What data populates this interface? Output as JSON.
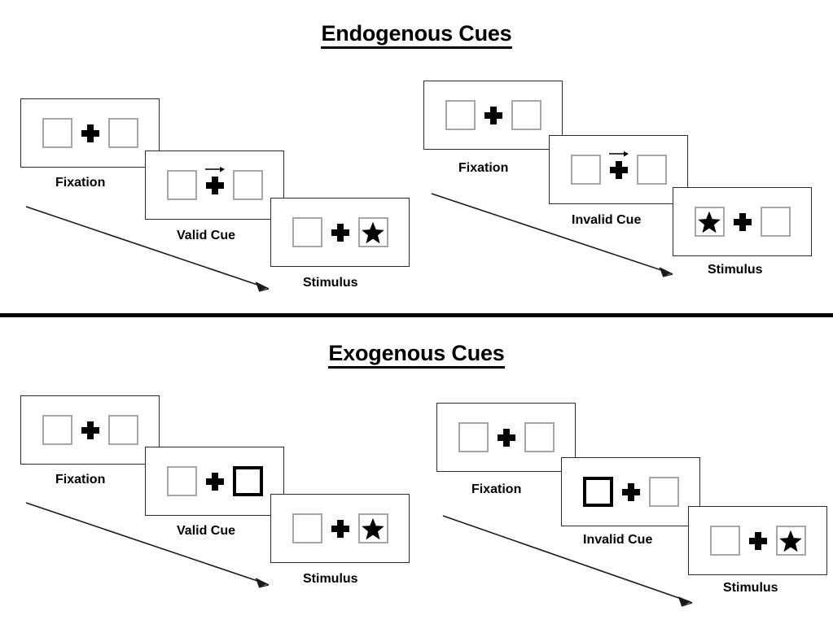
{
  "figure": {
    "title_top": "Endogenous Cues",
    "title_bottom": "Exogenous Cues"
  },
  "sections": [
    {
      "name": "endogenous",
      "title": "Endogenous Cues",
      "sequences": [
        {
          "name": "valid-trial",
          "panels": [
            {
              "label": "Fixation",
              "cue": "none",
              "star": "none"
            },
            {
              "label": "Valid Cue",
              "cue": "arrow-right",
              "star": "none"
            },
            {
              "label": "Stimulus",
              "cue": "none",
              "star": "right"
            }
          ]
        },
        {
          "name": "invalid-trial",
          "panels": [
            {
              "label": "Fixation",
              "cue": "none",
              "star": "none"
            },
            {
              "label": "Invalid Cue",
              "cue": "arrow-right",
              "star": "none"
            },
            {
              "label": "Stimulus",
              "cue": "none",
              "star": "left"
            }
          ]
        }
      ]
    },
    {
      "name": "exogenous",
      "title": "Exogenous Cues",
      "sequences": [
        {
          "name": "valid-trial",
          "panels": [
            {
              "label": "Fixation",
              "cue": "none",
              "star": "none"
            },
            {
              "label": "Valid Cue",
              "cue": "box-flash-right",
              "star": "none"
            },
            {
              "label": "Stimulus",
              "cue": "none",
              "star": "right"
            }
          ]
        },
        {
          "name": "invalid-trial",
          "panels": [
            {
              "label": "Fixation",
              "cue": "none",
              "star": "none"
            },
            {
              "label": "Invalid Cue",
              "cue": "box-flash-left",
              "star": "none"
            },
            {
              "label": "Stimulus",
              "cue": "none",
              "star": "right"
            }
          ]
        }
      ]
    }
  ],
  "labels": {
    "fixation": "Fixation",
    "valid_cue": "Valid Cue",
    "invalid_cue": "Invalid Cue",
    "stimulus": "Stimulus"
  },
  "icons": {
    "fixation_cross": "plus-icon",
    "cue_arrow": "arrow-right-icon",
    "target": "star-icon",
    "time_flow": "diagonal-arrow-icon"
  },
  "colors": {
    "ink": "#000000",
    "frame_border": "#2b2b2b",
    "placeholder_box": "#a6a6a6",
    "cued_box": "#000000",
    "background": "#ffffff"
  }
}
